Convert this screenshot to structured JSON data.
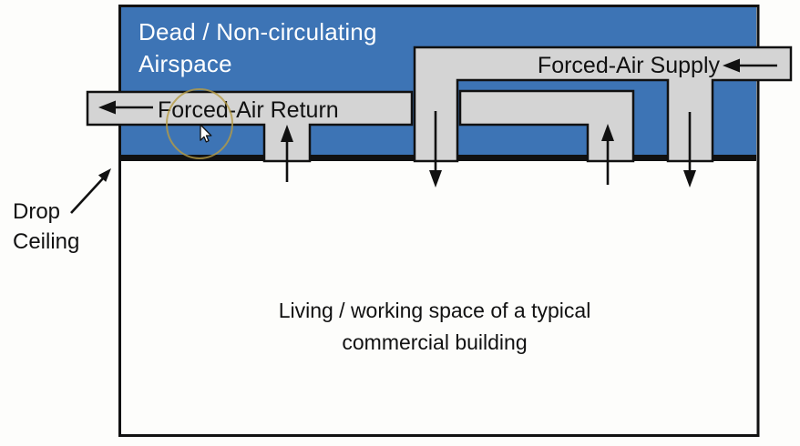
{
  "colors": {
    "canvas_bg": "#FDFDFB",
    "airspace_blue": "#3D74B5",
    "duct_gray": "#D4D4D4",
    "line_black": "#111111",
    "airspace_text": "#FFFFFF",
    "label_text": "#111111",
    "highlight_ring": "#B59B43"
  },
  "labels": {
    "airspace_line1": "Dead / Non-circulating",
    "airspace_line2": "Airspace",
    "supply_duct": "Forced-Air Supply",
    "return_duct": "Forced-Air Return",
    "drop_ceiling_line1": "Drop",
    "drop_ceiling_line2": "Ceiling",
    "living_space_line1": "Living / working space of a typical",
    "living_space_line2": "commercial building"
  }
}
